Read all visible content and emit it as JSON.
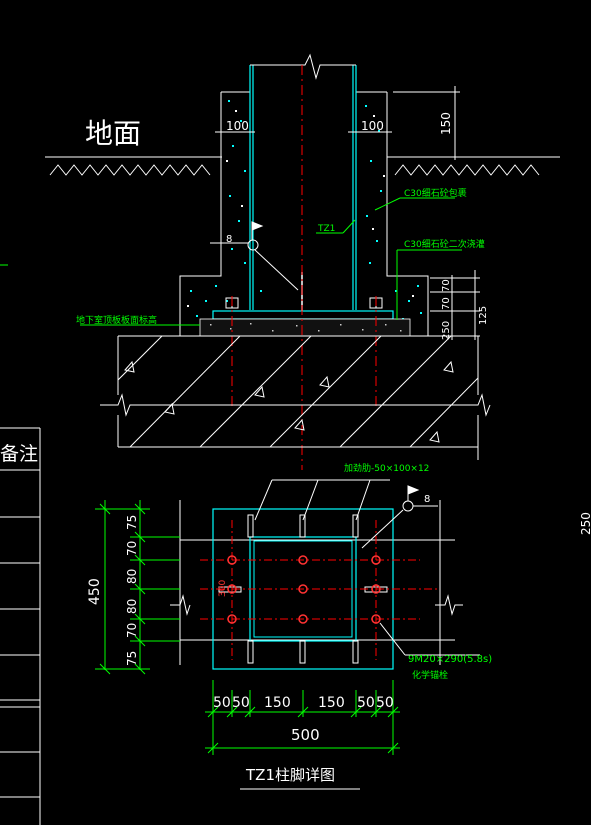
{
  "labels": {
    "ground": "地面",
    "dim_100_left": "100",
    "dim_100_right": "100",
    "dim_150_top": "150",
    "c30_fine_stone_wrap": "C30细石砼包裹",
    "tz1_column": "TZ1",
    "detail_mark_top": "8",
    "c30_fine_stone_grout": "C30细石砼二次浇灌",
    "dim_70a": "70",
    "dim_70b": "70",
    "dim_250": "250",
    "dim_125": "125",
    "underground_room_floor": "地下室顶板板面标高",
    "stiffener": "加劲肋-50×100×12",
    "detail_mark_plan": "8",
    "dim_450": "450",
    "plan_v_75a": "75",
    "plan_v_70a": "70",
    "plan_v_80a": "80",
    "plan_v_80b": "80",
    "plan_v_70b": "70",
    "plan_v_75b": "75",
    "plan_300": "300",
    "anchor_bolts": "9M20×290(5.8s)",
    "chemical_anchor": "化学锚栓",
    "plan_h_50a": "50",
    "plan_h_50b": "50",
    "plan_h_150a": "150",
    "plan_h_150b": "150",
    "plan_h_50c": "50",
    "plan_h_50d": "50",
    "dim_500": "500",
    "title": "TZ1柱脚详图",
    "table_header": "备注",
    "edge_partial": "250"
  },
  "colors": {
    "white": "#ffffff",
    "green": "#00ff00",
    "cyan": "#00ffff",
    "red": "#ff0000",
    "yellow": "#ffff00"
  }
}
